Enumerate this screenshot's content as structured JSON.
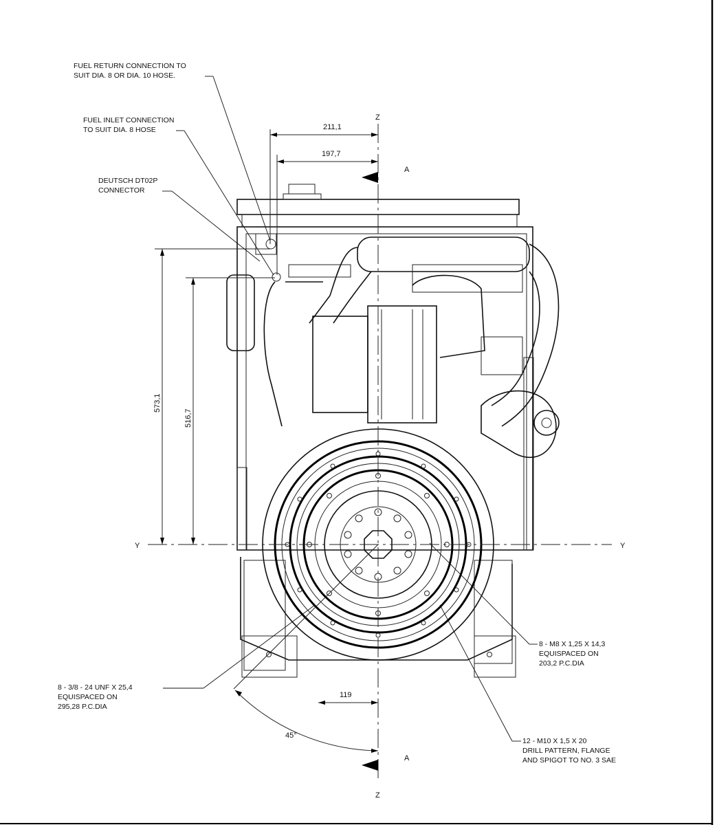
{
  "annotations": {
    "fuel_return": [
      "FUEL RETURN CONNECTION TO",
      "SUIT DIA. 8 OR DIA. 10 HOSE."
    ],
    "fuel_inlet": [
      "FUEL INLET CONNECTION",
      "TO SUIT DIA. 8 HOSE"
    ],
    "connector": [
      "DEUTSCH DT02P",
      "CONNECTOR"
    ],
    "m8_holes": [
      "8 - M8 X 1,25 X 14,3",
      "EQUISPACED ON",
      "203,2 P.C.DIA"
    ],
    "unf_holes": [
      "8 - 3/8 - 24 UNF X 25,4",
      "EQUISPACED ON",
      "295,28 P.C.DIA"
    ],
    "m10_holes": [
      "12 - M10 X 1,5 X 20",
      "DRILL PATTERN, FLANGE",
      "AND SPIGOT TO NO. 3 SAE"
    ]
  },
  "dimensions": {
    "d_211": "211,1",
    "d_197": "197,7",
    "d_573": "573,1",
    "d_516": "516,7",
    "d_119": "119",
    "angle": "45°"
  },
  "axes": {
    "z_top": "Z",
    "z_bottom": "Z",
    "y_left": "Y",
    "y_right": "Y",
    "section_top": "A",
    "section_bottom": "A"
  }
}
